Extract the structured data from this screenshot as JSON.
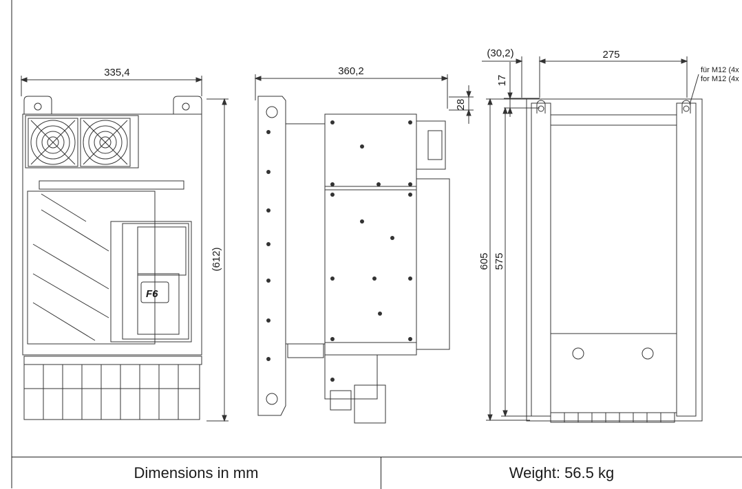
{
  "dimensions": {
    "front_width": "335,4",
    "front_height": "(612)",
    "side_depth": "360,2",
    "side_top_offset": "28",
    "rear_offset": "(30,2)",
    "rear_hole_spacing": "275",
    "rear_top_offset": "17",
    "rear_height_outer": "605",
    "rear_height_inner": "575"
  },
  "mounting_note": {
    "line_de": "für M12 (4x",
    "line_en": "for M12 (4x"
  },
  "product_logo": "F6",
  "footer": {
    "units_label": "Dimensions in mm",
    "weight_label": "Weight: 56.5 kg"
  }
}
